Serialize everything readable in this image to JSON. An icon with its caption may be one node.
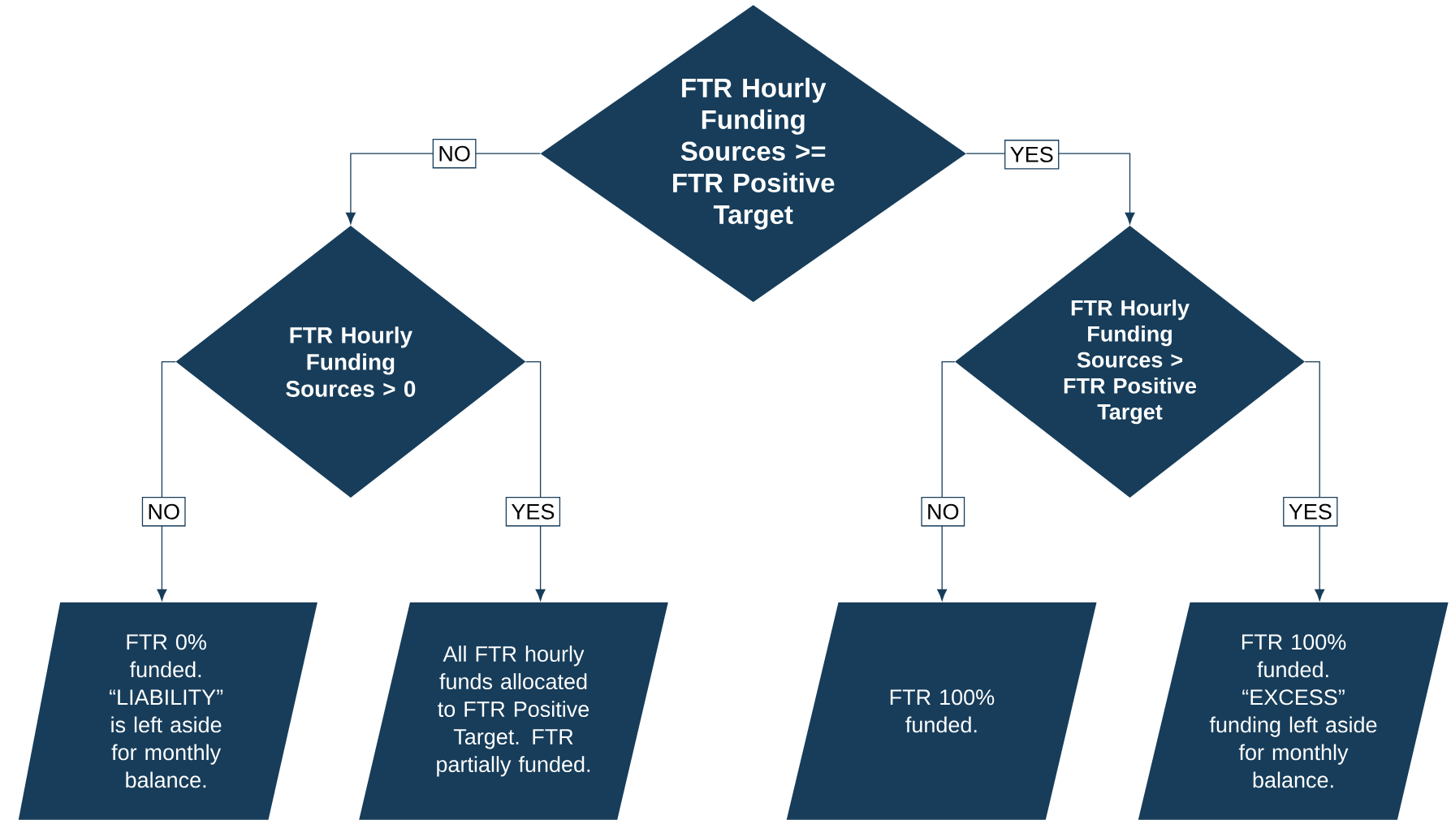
{
  "diagram": {
    "nodes": [
      {
        "text": [
          "FTR Hourly Funding Sources >= FTR Positive Target"
        ]
      },
      {
        "text": [
          "FTR Hourly Funding Sources > 0"
        ]
      },
      {
        "text": [
          "FTR Hourly Funding Sources > FTR Positive Target"
        ]
      },
      {
        "text": [
          "FTR 0% funded. “LIABILITY” is left aside for monthly balance."
        ]
      },
      {
        "text": [
          "All FTR hourly funds allocated to FTR Positive Target. FTR partially funded."
        ]
      },
      {
        "text": [
          "FTR 100% funded."
        ]
      },
      {
        "text": [
          "FTR 100% funded. “EXCESS” funding left aside for monthly balance."
        ]
      }
    ],
    "edges": [
      {
        "from": 0,
        "to": 1,
        "arrow": "to",
        "label": "NO"
      },
      {
        "from": 0,
        "to": 2,
        "arrow": "to",
        "label": "YES"
      },
      {
        "from": 1,
        "to": 3,
        "arrow": "to",
        "label": "NO"
      },
      {
        "from": 1,
        "to": 4,
        "arrow": "to",
        "label": "YES"
      },
      {
        "from": 2,
        "to": 5,
        "arrow": "to",
        "label": "NO"
      },
      {
        "from": 2,
        "to": 6,
        "arrow": "to",
        "label": "YES"
      }
    ]
  }
}
